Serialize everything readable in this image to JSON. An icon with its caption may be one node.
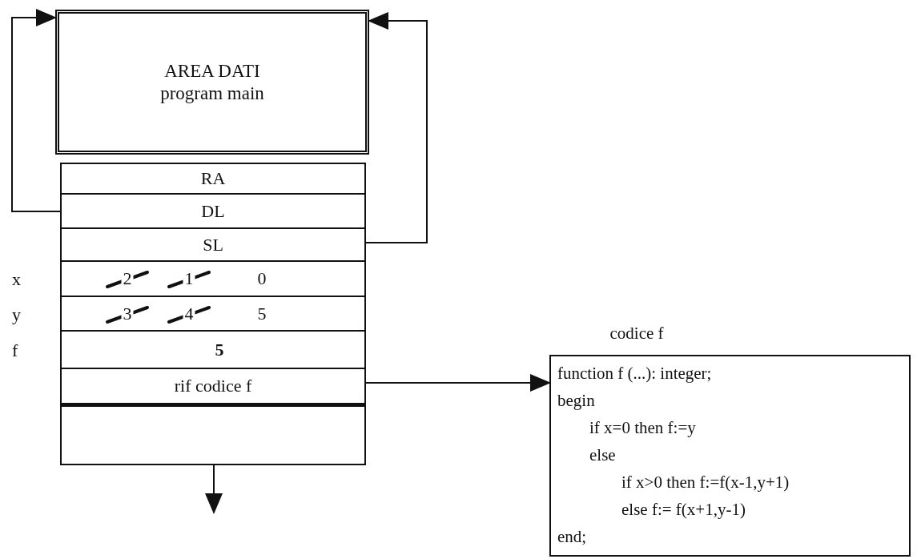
{
  "diagram": {
    "nodes": [
      {
        "text": [
          "AREA DATI",
          "program main"
        ]
      },
      {
        "text": [
          "RA"
        ]
      },
      {
        "text": [
          "DL"
        ]
      },
      {
        "text": [
          "SL"
        ]
      },
      {
        "text": [
          "2",
          "1",
          "0"
        ],
        "beside": [
          "x"
        ]
      },
      {
        "text": [
          "3",
          "4",
          "5"
        ],
        "beside": [
          "y"
        ]
      },
      {
        "text": [
          "5"
        ],
        "beside": [
          "f"
        ]
      },
      {
        "text": [
          "rif codice f"
        ]
      },
      {
        "text": [],
        "shape": "box"
      },
      {
        "text": [
          "codice f",
          "function f (...): integer;",
          "begin",
          "if x=0 then f:=y",
          "else",
          "if x>0 then f:=f(x-1,y+1)",
          "else f:= f(x+1,y-1)",
          "end;"
        ]
      }
    ],
    "edges": [
      {
        "from": 2,
        "to": 0,
        "arrow": "to"
      },
      {
        "from": 3,
        "to": 0,
        "arrow": "to"
      },
      {
        "from": 7,
        "to": 9,
        "arrow": "to"
      },
      {
        "from": 8,
        "to": null,
        "arrow": "to"
      }
    ]
  }
}
